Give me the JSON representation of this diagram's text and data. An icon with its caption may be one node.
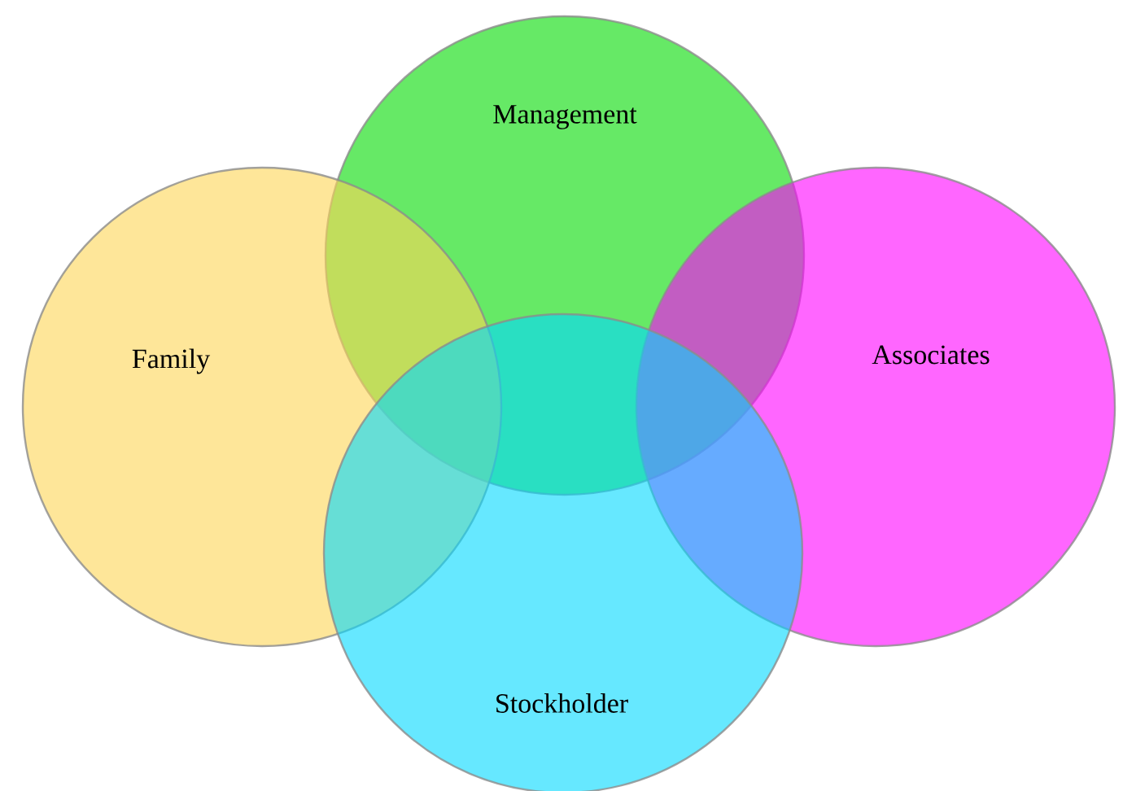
{
  "diagram": {
    "nodes": [
      {
        "text": [
          "Management"
        ]
      },
      {
        "text": [
          "Family"
        ]
      },
      {
        "text": [
          "Associates"
        ]
      },
      {
        "text": [
          "Stockholder"
        ]
      }
    ]
  }
}
